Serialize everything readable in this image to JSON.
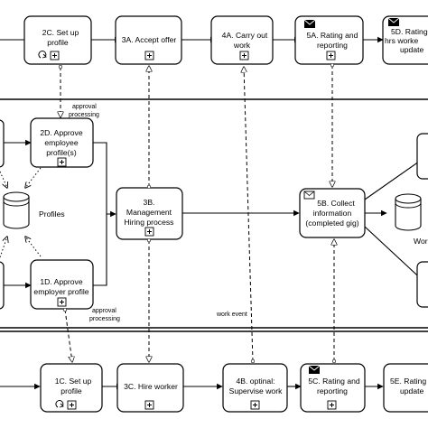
{
  "tasks": {
    "t2c": [
      "2C. Set up",
      "profile"
    ],
    "t3a": [
      "3A. Accept offer"
    ],
    "t4a": [
      "4A. Carry out",
      "work"
    ],
    "t5a": [
      "5A. Rating and",
      "reporting"
    ],
    "t5d": [
      "5D. Rating",
      "hrs worke",
      "update"
    ],
    "t2d": [
      "2D. Approve",
      "employee",
      "profile(s)"
    ],
    "t1d": [
      "1D. Approve",
      "employer profile"
    ],
    "t3b": [
      "3B.",
      "Management",
      "Hiring process"
    ],
    "t5b": [
      "5B. Collect",
      "information",
      "(completed gig)"
    ],
    "t1c": [
      "1C. Set up",
      "profile"
    ],
    "t3c": [
      "3C. Hire worker"
    ],
    "t4b": [
      "4B. optinal:",
      "Supervise work"
    ],
    "t5c": [
      "5C. Rating and",
      "reporting"
    ],
    "t5e": [
      "5E. Rating",
      "update"
    ]
  },
  "labels": {
    "approval_top": [
      "approval",
      "processing"
    ],
    "approval_bottom": [
      "approval",
      "processing"
    ],
    "profiles": "Profiles",
    "work_event": "work event",
    "work_db": "Work"
  },
  "icons": {
    "subprocess": "plus-in-box",
    "loop": "loop-arrow",
    "message": "envelope",
    "database": "cylinder"
  }
}
